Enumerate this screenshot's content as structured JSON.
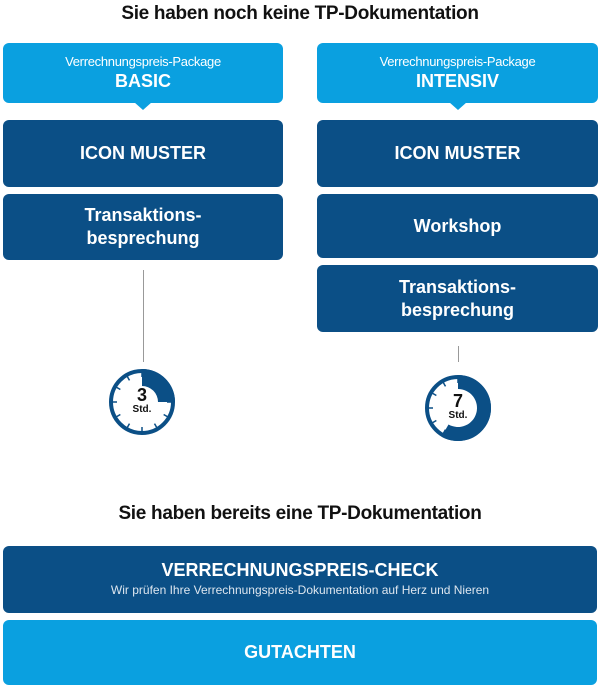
{
  "top_heading": "Sie haben noch keine TP-Dokumentation",
  "columns": [
    {
      "package_label": "Verrechnungspreis-Package",
      "package_name": "BASIC",
      "steps": [
        "ICON MUSTER",
        "Transaktions-\nbesprechung"
      ],
      "hours": "3",
      "hours_unit": "Std.",
      "hours_fraction": 0.25
    },
    {
      "package_label": "Verrechnungspreis-Package",
      "package_name": "INTENSIV",
      "steps": [
        "ICON MUSTER",
        "Workshop",
        "Transaktions-\nbesprechung"
      ],
      "hours": "7",
      "hours_unit": "Std.",
      "hours_fraction": 0.5833
    }
  ],
  "bottom_heading": "Sie haben bereits eine TP-Dokumentation",
  "check": {
    "title": "VERRECHNUNGSPREIS-CHECK",
    "subtitle": "Wir prüfen Ihre Verrechnungspreis-Dokumentation auf Herz und Nieren"
  },
  "gutachten": "GUTACHTEN",
  "colors": {
    "dark": "#0b4f86",
    "light": "#0aa0e0"
  }
}
